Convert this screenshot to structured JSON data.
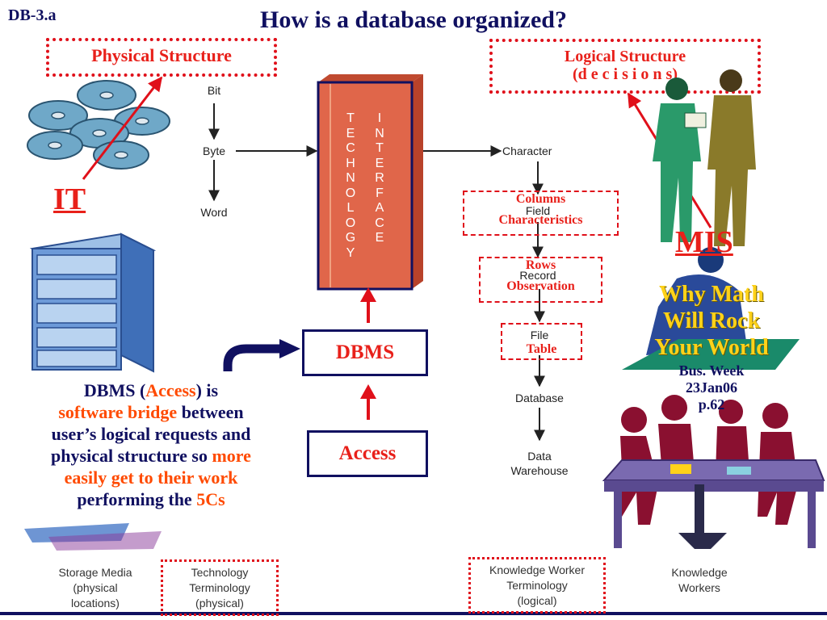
{
  "slide": {
    "id": "DB-3.a",
    "title": "How is a database organized?"
  },
  "physical_structure": {
    "label": "Physical Structure"
  },
  "logical_structure": {
    "line1": "Logical  Structure",
    "line2": "(d e c i s i o n s)"
  },
  "it_label": "IT",
  "mis_label": "MIS",
  "left_chain": [
    "Bit",
    "Byte",
    "Word"
  ],
  "technology_interface": {
    "col1": [
      "T",
      "E",
      "C",
      "H",
      "N",
      "O",
      "L",
      "O",
      "G",
      "Y"
    ],
    "col2": [
      "I",
      "N",
      "T",
      "E",
      "R",
      "F",
      "A",
      "C",
      "E"
    ]
  },
  "right_chain": {
    "character": "Character",
    "field": "Field",
    "record": "Record",
    "file": "File",
    "database": "Database",
    "warehouse_line1": "Data",
    "warehouse_line2": "Warehouse"
  },
  "overlays": {
    "columns": "Columns",
    "characteristics": "Characteristics",
    "rows": "Rows",
    "observation": "Observation",
    "table": "Table"
  },
  "dbms_box": "DBMS",
  "access_box": "Access",
  "explanation": {
    "l1a": "DBMS (",
    "l1b": "Access",
    "l1c": ") is",
    "l2a": "software bridge",
    "l2b": " between",
    "l3": "user’s logical requests and",
    "l4a": "physical structure so ",
    "l4b": "more",
    "l5": "easily get to their work",
    "l6a": "performing the ",
    "l6b": "5Cs"
  },
  "why_math": {
    "line1": "Why Math",
    "line2": "Will Rock",
    "line3": "Your World",
    "source1": "Bus. Week",
    "source2": "23Jan06",
    "source3": "p.62"
  },
  "bottom_labels": {
    "storage": [
      "Storage Media",
      "(physical",
      "locations)"
    ],
    "tech_term": [
      "Technology",
      "Terminology",
      "(physical)"
    ],
    "knowledge_term": [
      "Knowledge Worker",
      "Terminology",
      "(logical)"
    ],
    "knowledge_workers": [
      "Knowledge",
      "Workers"
    ]
  },
  "colors": {
    "navy": "#101060",
    "red": "#e8201a",
    "orange": "#ff4a00",
    "gold": "#ffd21a",
    "book": "#e0664a"
  }
}
